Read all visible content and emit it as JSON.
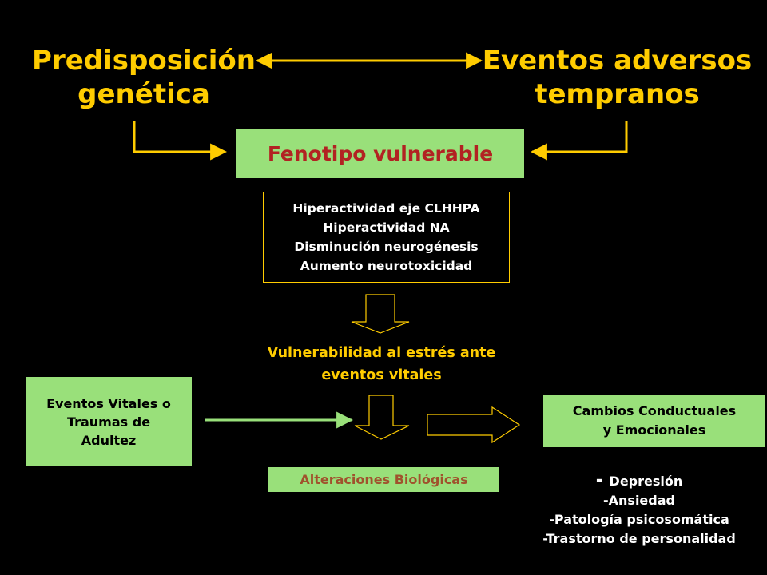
{
  "top": {
    "left_title": [
      "Predisposición",
      "genética"
    ],
    "right_title": [
      "Eventos adversos",
      "tempranos"
    ]
  },
  "phenotype": {
    "label": "Fenotipo vulnerable"
  },
  "mechanisms": [
    "Hiperactividad  eje CLHHPA",
    "Hiperactividad  NA",
    "Disminución  neurogénesis",
    "Aumento neurotoxicidad"
  ],
  "vulnerability": [
    "Vulnerabilidad al estrés ante",
    "eventos vitales"
  ],
  "life_events": [
    "Eventos Vitales o",
    "Traumas de",
    "Adultez"
  ],
  "biological": "Alteraciones Biológicas",
  "behavioral": [
    "Cambios Conductuales",
    "y Emocionales"
  ],
  "outcomes": {
    "item1_dash": "- ",
    "item1": "Depresión",
    "item2_dash": "-",
    "item2": "Ansiedad",
    "item3_dash": "-",
    "item3": "Patología psicosomática",
    "item4_dash": "-",
    "item4": "Trastorno de personalidad"
  },
  "colors": {
    "background": "#000000",
    "accent_yellow": "#FFCC00",
    "box_green": "#99E07A",
    "phenotype_text": "#B22222",
    "biological_text": "#A0522D"
  }
}
